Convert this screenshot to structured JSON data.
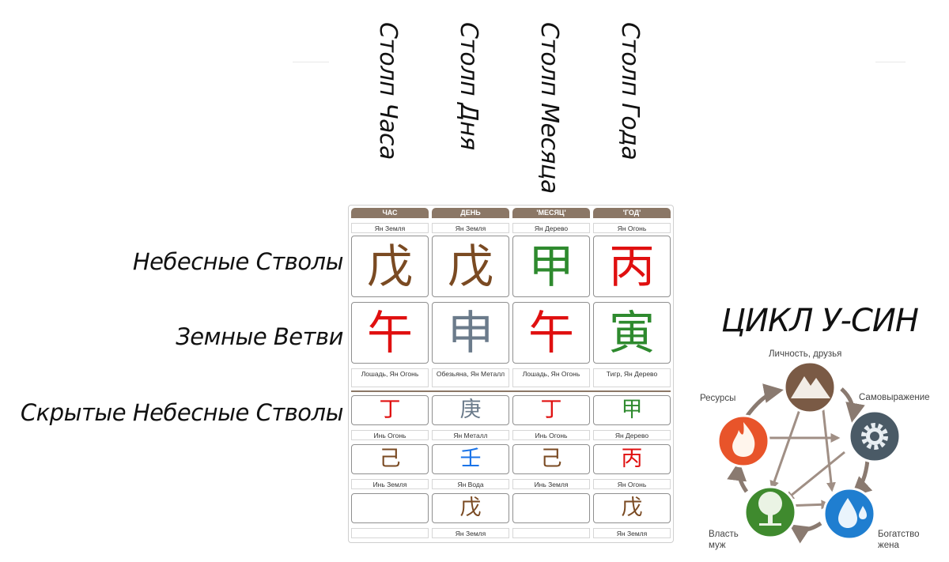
{
  "columns": [
    {
      "title": "Столп Часа",
      "header": "ЧАС"
    },
    {
      "title": "Столп Дня",
      "header": "ДЕНЬ"
    },
    {
      "title": "Столп Месяца",
      "header": "'МЕСЯЦ'"
    },
    {
      "title": "Столп Года",
      "header": "'ГОД'"
    }
  ],
  "row_labels": {
    "heavenly": "Небесные Стволы",
    "earthly": "Земные Ветви",
    "hidden": "Скрытые Небесные Стволы"
  },
  "stems": [
    {
      "desc": "Ян Земля",
      "char": "戊",
      "color": "#7a4a22"
    },
    {
      "desc": "Ян Земля",
      "char": "戊",
      "color": "#7a4a22"
    },
    {
      "desc": "Ян Дерево",
      "char": "甲",
      "color": "#2e8a2e"
    },
    {
      "desc": "Ян Огонь",
      "char": "丙",
      "color": "#e01010"
    }
  ],
  "branches": [
    {
      "char": "午",
      "color": "#e01010",
      "desc": "Лошадь, Ян Огонь"
    },
    {
      "char": "申",
      "color": "#6b7b8b",
      "desc": "Обезьяна, Ян Металл"
    },
    {
      "char": "午",
      "color": "#e01010",
      "desc": "Лошадь, Ян Огонь"
    },
    {
      "char": "寅",
      "color": "#2e8a2e",
      "desc": "Тигр, Ян Дерево"
    }
  ],
  "hidden": [
    [
      {
        "char": "丁",
        "color": "#e01010",
        "desc": "Инь Огонь"
      },
      {
        "char": "庚",
        "color": "#6b7b8b",
        "desc": "Ян Металл"
      },
      {
        "char": "丁",
        "color": "#e01010",
        "desc": "Инь Огонь"
      },
      {
        "char": "甲",
        "color": "#2e8a2e",
        "desc": "Ян Дерево"
      }
    ],
    [
      {
        "char": "己",
        "color": "#7a4a22",
        "desc": "Инь Земля"
      },
      {
        "char": "壬",
        "color": "#1a73e8",
        "desc": "Ян Вода"
      },
      {
        "char": "己",
        "color": "#7a4a22",
        "desc": "Инь Земля"
      },
      {
        "char": "丙",
        "color": "#e01010",
        "desc": "Ян Огонь"
      }
    ],
    [
      {
        "char": "",
        "color": "#7a4a22",
        "desc": ""
      },
      {
        "char": "戊",
        "color": "#7a4a22",
        "desc": "Ян Земля"
      },
      {
        "char": "",
        "color": "#7a4a22",
        "desc": ""
      },
      {
        "char": "戊",
        "color": "#7a4a22",
        "desc": "Ян Земля"
      }
    ]
  ],
  "cycle": {
    "title": "ЦИКЛ У-СИН",
    "labels": {
      "personality": "Личность, друзья",
      "resources": "Ресурсы",
      "expression": "Самовыражение",
      "power_1": "Власть",
      "power_2": "муж",
      "wealth_1": "Богатство",
      "wealth_2": "жена"
    },
    "colors": {
      "earth": "#7a5a45",
      "fire": "#e8542a",
      "metal": "#4a5a66",
      "wood": "#3f8a2e",
      "water": "#1f7ed0",
      "arrow": "#8a7a70"
    }
  }
}
